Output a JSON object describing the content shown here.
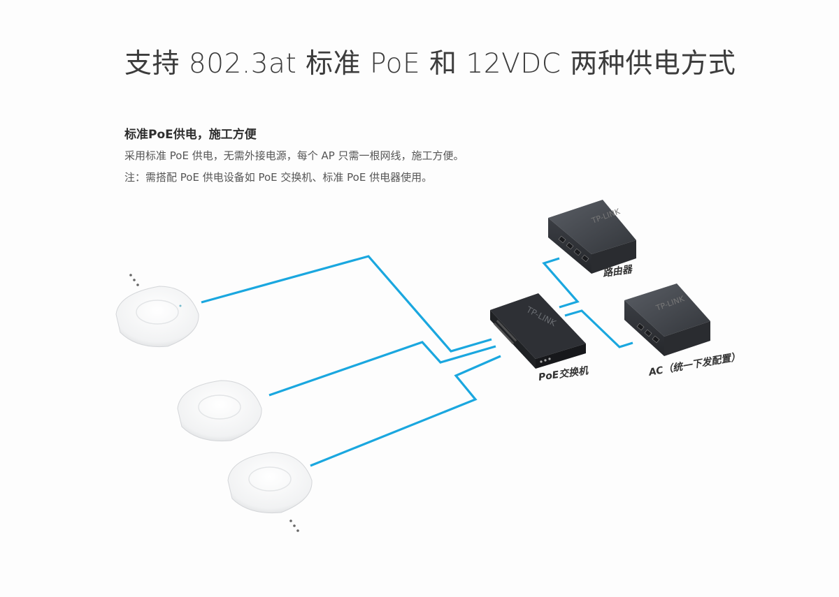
{
  "title": "支持 802.3at 标准 PoE 和 12VDC 两种供电方式",
  "section": {
    "heading": "标准PoE供电，施工方便",
    "lines": [
      "采用标准 PoE 供电，无需外接电源，每个 AP 只需一根网线，施工方便。",
      "注：需搭配 PoE 供电设备如 PoE 交换机、标准 PoE 供电器使用。"
    ]
  },
  "diagram": {
    "devices": {
      "router": {
        "label": "路由器",
        "brand": "TP-LINK"
      },
      "switch": {
        "label": "PoE交换机",
        "brand": "TP-LINK"
      },
      "ac": {
        "label": "AC（统一下发配置）",
        "brand": "TP-LINK"
      }
    },
    "colors": {
      "cable": "#1aa7df",
      "device_dark": "#3a3d42",
      "ap_body": "#f4f5f6"
    },
    "icons": [
      "ellipsis-dots-icon",
      "ap-device-icon",
      "router-device-icon",
      "switch-device-icon",
      "ac-device-icon"
    ]
  }
}
